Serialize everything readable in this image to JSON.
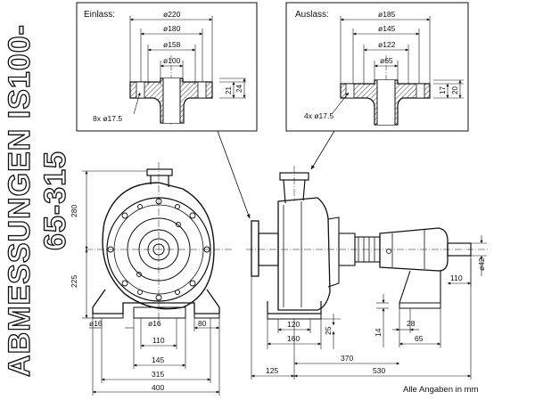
{
  "title": "ABMESSUNGEN IS100-65-315",
  "footer": "Alle Angaben in mm",
  "inlet": {
    "label": "Einlass:",
    "d_outer": "ø220",
    "d_bolt": "ø180",
    "d_raised": "ø158",
    "d_bore": "ø100",
    "t1": "21",
    "t2": "24",
    "holes": "8x ø17.5"
  },
  "outlet": {
    "label": "Auslass:",
    "d_outer": "ø185",
    "d_bolt": "ø145",
    "d_raised": "ø122",
    "d_bore": "ø65",
    "t1": "17",
    "t2": "20",
    "holes": "4x ø17.5"
  },
  "front_view": {
    "h_upper": "280",
    "h_lower": "225",
    "hole_left": "ø16",
    "hole_mid": "ø16",
    "foot_w": "80",
    "w110": "110",
    "w145": "145",
    "w315": "315",
    "w400": "400"
  },
  "side_view": {
    "w120": "120",
    "w160": "160",
    "h25": "25",
    "h14": "14",
    "w28": "28",
    "w65": "65",
    "w110": "110",
    "shaft": "ø42",
    "w125": "125",
    "w370": "370",
    "w530": "530"
  }
}
